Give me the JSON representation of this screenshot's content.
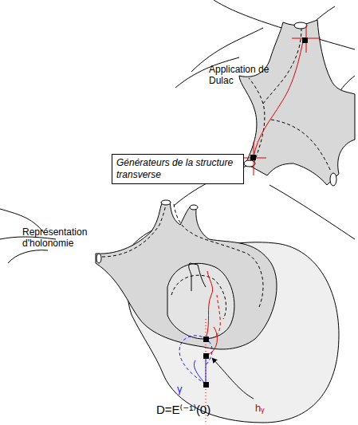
{
  "diagram": {
    "nodes": [
      {
        "text": [
          "Générateurs de la structure transverse"
        ]
      }
    ],
    "labels": [
      "Application de Dulac",
      "Représentation d'holonomie",
      "γ",
      "hᵧ",
      "D=E⁽⁻¹⁾(0)"
    ]
  }
}
